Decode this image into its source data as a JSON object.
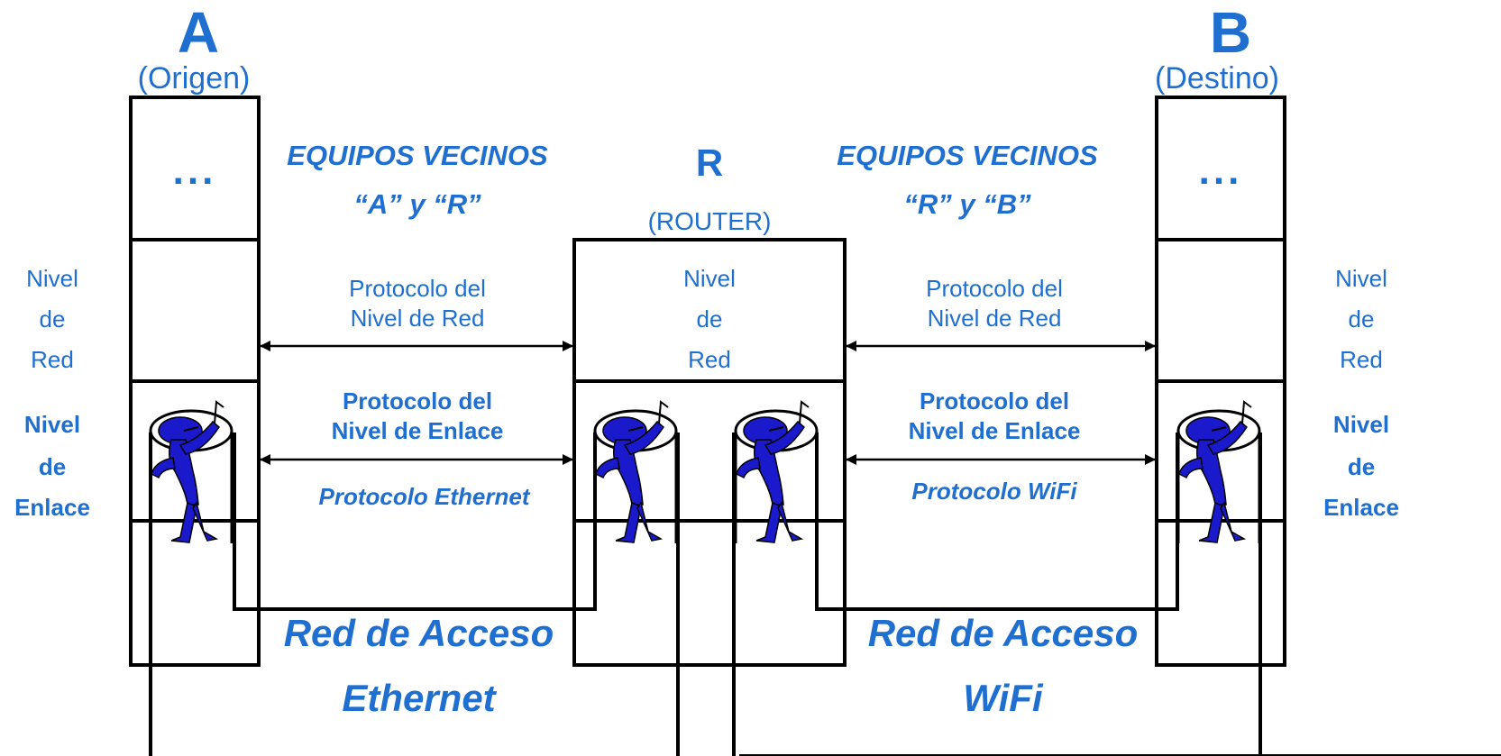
{
  "node_a": {
    "letter": "A",
    "role": "(Origen)",
    "stack_top": "..."
  },
  "node_b": {
    "letter": "B",
    "role": "(Destino)",
    "stack_top": "..."
  },
  "node_r": {
    "letter": "R",
    "role": "(ROUTER)",
    "layer": [
      "Nivel",
      "de",
      "Red"
    ]
  },
  "neighbors_left": {
    "title": "EQUIPOS VECINOS",
    "pair": "“A” y “R”"
  },
  "neighbors_right": {
    "title": "EQUIPOS VECINOS",
    "pair": "“R” y “B”"
  },
  "left_labels": {
    "network": [
      "Nivel",
      "de",
      "Red"
    ],
    "link": [
      "Nivel",
      "de",
      "Enlace"
    ]
  },
  "right_labels": {
    "network": [
      "Nivel",
      "de",
      "Red"
    ],
    "link": [
      "Nivel",
      "de",
      "Enlace"
    ]
  },
  "protocols_left": {
    "network": [
      "Protocolo del",
      "Nivel de Red"
    ],
    "link": [
      "Protocolo del",
      "Nivel de Enlace"
    ],
    "link_name": "Protocolo Ethernet"
  },
  "protocols_right": {
    "network": [
      "Protocolo del",
      "Nivel de Red"
    ],
    "link": [
      "Protocolo del",
      "Nivel de Enlace"
    ],
    "link_name": "Protocolo WiFi"
  },
  "access_left": {
    "line1": "Red de Acceso",
    "line2": "Ethernet"
  },
  "access_right": {
    "line1": "Red de Acceso",
    "line2": "WiFi"
  },
  "colors": {
    "text": "#1f6fd0",
    "lines": "#000000",
    "figure": "#1a1acc"
  }
}
